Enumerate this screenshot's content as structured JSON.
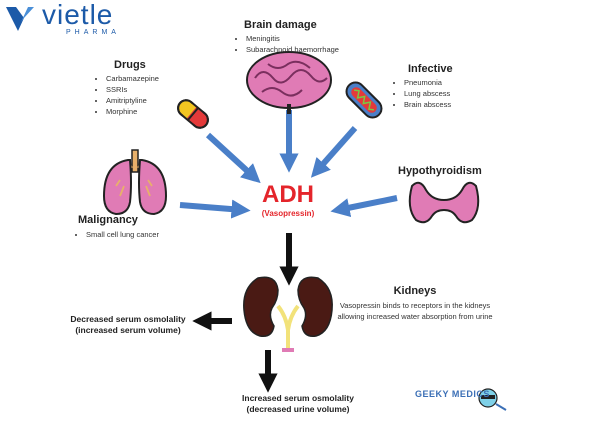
{
  "logo": {
    "name": "vietle",
    "sub": "PHARMA"
  },
  "center": {
    "title": "ADH",
    "subtitle": "(Vasopressin)"
  },
  "brain": {
    "title": "Brain damage",
    "items": [
      "Meningitis",
      "Subarachnoid haemorrhage"
    ]
  },
  "drugs": {
    "title": "Drugs",
    "items": [
      "Carbamazepine",
      "SSRIs",
      "Amitriptyline",
      "Morphine"
    ]
  },
  "infective": {
    "title": "Infective",
    "items": [
      "Pneumonia",
      "Lung abscess",
      "Brain abscess"
    ]
  },
  "hypothyroidism": {
    "title": "Hypothyroidism"
  },
  "malignancy": {
    "title": "Malignancy",
    "items": [
      "Small cell lung cancer"
    ]
  },
  "kidneys": {
    "title": "Kidneys",
    "text": "Vasopressin binds to receptors in the kidneys allowing increased water absorption from urine"
  },
  "left_outcome": {
    "line1": "Decreased serum osmolality",
    "line2": "(increased serum volume)"
  },
  "bottom_outcome": {
    "line1": "Increased serum osmolality",
    "line2": "(decreased urine volume)"
  },
  "watermark": "GEEKY MEDICS",
  "colors": {
    "arrow_blue": "#4a7fc8",
    "adh_red": "#e4252b",
    "logo_blue": "#1c5aa8",
    "brain_pink": "#e07bb5",
    "kidney_brown": "#4a1a14"
  }
}
